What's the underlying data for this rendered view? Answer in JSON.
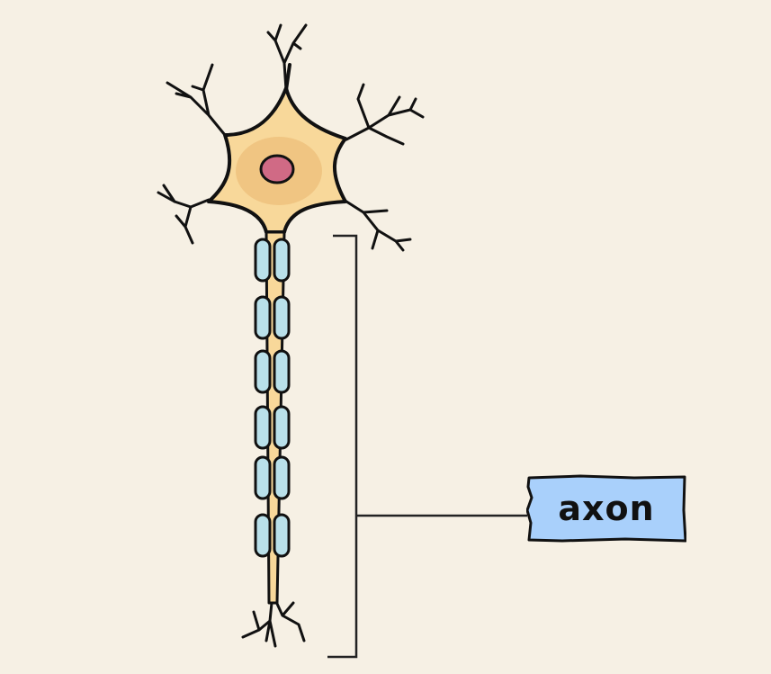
{
  "diagram": {
    "labels": [
      {
        "id": "axon",
        "text": "axon"
      }
    ],
    "colors": {
      "background": "#f6f0e4",
      "cell_body": "#f8d89a",
      "nucleus_halo": "#efc27e",
      "nucleus": "#d06a85",
      "myelin": "#b9e0ea",
      "label_fill": "#a9d0fb",
      "outline": "#111111"
    },
    "icons": [
      "neuron-illustration",
      "bracket"
    ]
  }
}
